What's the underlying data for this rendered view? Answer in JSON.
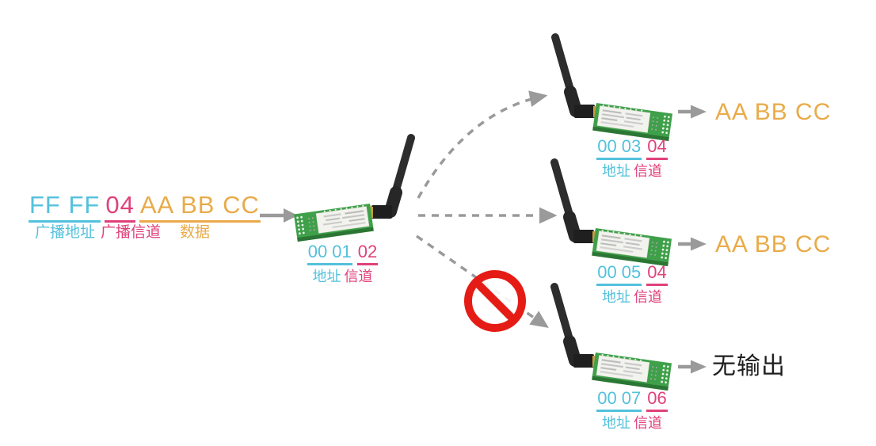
{
  "input_packet": {
    "address": "FF FF",
    "channel": "04",
    "data": "AA BB CC",
    "address_label": "广播地址",
    "channel_label": "广播信道",
    "data_label": "数据"
  },
  "transmitter": {
    "address": "00 01",
    "channel": "02",
    "address_label": "地址",
    "channel_label": "信道"
  },
  "receivers": [
    {
      "address": "00 03",
      "channel": "04",
      "address_label": "地址",
      "channel_label": "信道",
      "output": "AA BB CC"
    },
    {
      "address": "00 05",
      "channel": "04",
      "address_label": "地址",
      "channel_label": "信道",
      "output": "AA BB CC"
    },
    {
      "address": "00 07",
      "channel": "06",
      "address_label": "地址",
      "channel_label": "信道",
      "output": "无输出"
    }
  ],
  "icons": {
    "module": "rf-module-icon",
    "no_entry": "no-entry-icon",
    "solid_arrow": "arrow-right-icon",
    "dashed_arrow": "dashed-arrow-icon"
  },
  "colors": {
    "address_text": "#53c1dd",
    "channel_text": "#e0417b",
    "data_text": "#e9ab49",
    "no_output_text": "#1f1f1f",
    "arrow_gray": "#9a9a9a",
    "no_entry_red": "#e51c15",
    "pcb_green": "#3fa04a",
    "background": "#ffffff"
  }
}
